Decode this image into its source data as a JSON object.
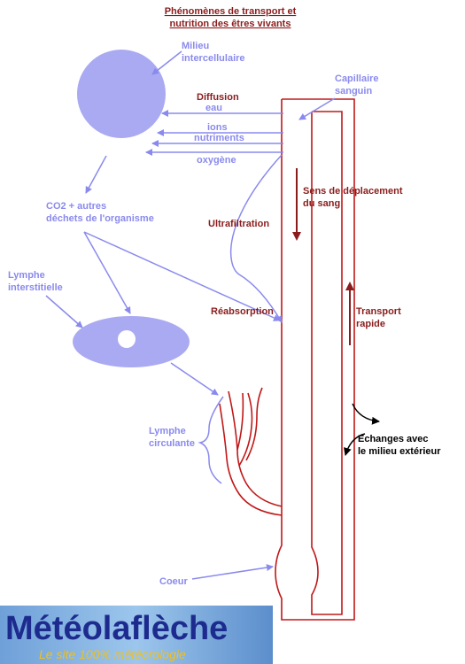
{
  "title": {
    "line1": "Phénomènes de transport et",
    "line2": "nutrition des êtres vivants"
  },
  "labels": {
    "milieu_intercellulaire": [
      "Milieu",
      "intercellulaire"
    ],
    "capillaire_sanguin": [
      "Capillaire",
      "sanguin"
    ],
    "diffusion": "Diffusion",
    "eau": "eau",
    "ions": "ions",
    "nutriments": "nutriments",
    "oxygene": "oxygène",
    "co2_dechets": [
      "CO2 + autres",
      "déchets de l'organisme"
    ],
    "sens_deplacement": [
      "Sens de déplacement",
      "du sang"
    ],
    "ultrafiltration": "Ultrafiltration",
    "lymphe_interstitielle": [
      "Lymphe",
      "interstitielle"
    ],
    "reabsorption": "Réabsorption",
    "transport_rapide": [
      "Transport",
      "rapide"
    ],
    "lymphe_circulante": [
      "Lymphe",
      "circulante"
    ],
    "echanges": [
      "Echanges avec",
      "le milieu extérieur"
    ],
    "coeur": "Coeur"
  },
  "logo": {
    "name": "Météolaflèche",
    "tagline": "Le site 100% météorologie"
  },
  "colors": {
    "blue": "#8a8aee",
    "red": "#8a1c1c",
    "vessel": "#c01818",
    "cell_fill": "#aaaaf2"
  }
}
